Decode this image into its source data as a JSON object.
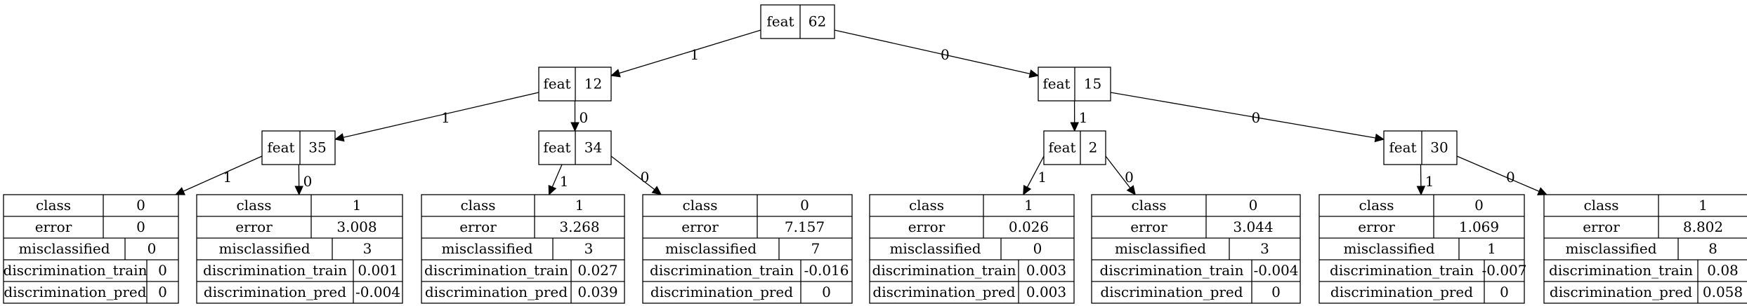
{
  "internal_nodes": [
    {
      "id": "n62",
      "label": "feat",
      "value": "62"
    },
    {
      "id": "n12",
      "label": "feat",
      "value": "12"
    },
    {
      "id": "n15",
      "label": "feat",
      "value": "15"
    },
    {
      "id": "n35",
      "label": "feat",
      "value": "35"
    },
    {
      "id": "n34",
      "label": "feat",
      "value": "34"
    },
    {
      "id": "n2",
      "label": "feat",
      "value": "2"
    },
    {
      "id": "n30",
      "label": "feat",
      "value": "30"
    }
  ],
  "leaves": [
    {
      "id": "l1",
      "rows": [
        [
          "class",
          "0"
        ],
        [
          "error",
          "0"
        ],
        [
          "misclassified",
          "0"
        ],
        [
          "discrimination_train",
          "0"
        ],
        [
          "discrimination_pred",
          "0"
        ]
      ]
    },
    {
      "id": "l2",
      "rows": [
        [
          "class",
          "1"
        ],
        [
          "error",
          "3.008"
        ],
        [
          "misclassified",
          "3"
        ],
        [
          "discrimination_train",
          "0.001"
        ],
        [
          "discrimination_pred",
          "-0.004"
        ]
      ]
    },
    {
      "id": "l3",
      "rows": [
        [
          "class",
          "1"
        ],
        [
          "error",
          "3.268"
        ],
        [
          "misclassified",
          "3"
        ],
        [
          "discrimination_train",
          "0.027"
        ],
        [
          "discrimination_pred",
          "0.039"
        ]
      ]
    },
    {
      "id": "l4",
      "rows": [
        [
          "class",
          "0"
        ],
        [
          "error",
          "7.157"
        ],
        [
          "misclassified",
          "7"
        ],
        [
          "discrimination_train",
          "-0.016"
        ],
        [
          "discrimination_pred",
          "0"
        ]
      ]
    },
    {
      "id": "l5",
      "rows": [
        [
          "class",
          "1"
        ],
        [
          "error",
          "0.026"
        ],
        [
          "misclassified",
          "0"
        ],
        [
          "discrimination_train",
          "0.003"
        ],
        [
          "discrimination_pred",
          "0.003"
        ]
      ]
    },
    {
      "id": "l6",
      "rows": [
        [
          "class",
          "0"
        ],
        [
          "error",
          "3.044"
        ],
        [
          "misclassified",
          "3"
        ],
        [
          "discrimination_train",
          "-0.004"
        ],
        [
          "discrimination_pred",
          "0"
        ]
      ]
    },
    {
      "id": "l7",
      "rows": [
        [
          "class",
          "0"
        ],
        [
          "error",
          "1.069"
        ],
        [
          "misclassified",
          "1"
        ],
        [
          "discrimination_train",
          "-0.007"
        ],
        [
          "discrimination_pred",
          "0"
        ]
      ]
    },
    {
      "id": "l8",
      "rows": [
        [
          "class",
          "1"
        ],
        [
          "error",
          "8.802"
        ],
        [
          "misclassified",
          "8"
        ],
        [
          "discrimination_train",
          "0.08"
        ],
        [
          "discrimination_pred",
          "0.058"
        ]
      ]
    }
  ],
  "edges": [
    {
      "from": "n62",
      "to": "n12",
      "label": "1"
    },
    {
      "from": "n62",
      "to": "n15",
      "label": "0"
    },
    {
      "from": "n12",
      "to": "n35",
      "label": "1"
    },
    {
      "from": "n12",
      "to": "n34",
      "label": "0"
    },
    {
      "from": "n15",
      "to": "n2",
      "label": "1"
    },
    {
      "from": "n15",
      "to": "n30",
      "label": "0"
    },
    {
      "from": "n35",
      "to": "l1",
      "label": "1"
    },
    {
      "from": "n35",
      "to": "l2",
      "label": "0"
    },
    {
      "from": "n34",
      "to": "l3",
      "label": "1"
    },
    {
      "from": "n34",
      "to": "l4",
      "label": "0"
    },
    {
      "from": "n2",
      "to": "l5",
      "label": "1"
    },
    {
      "from": "n2",
      "to": "l6",
      "label": "0"
    },
    {
      "from": "n30",
      "to": "l7",
      "label": "1"
    },
    {
      "from": "n30",
      "to": "l8",
      "label": "0"
    }
  ]
}
